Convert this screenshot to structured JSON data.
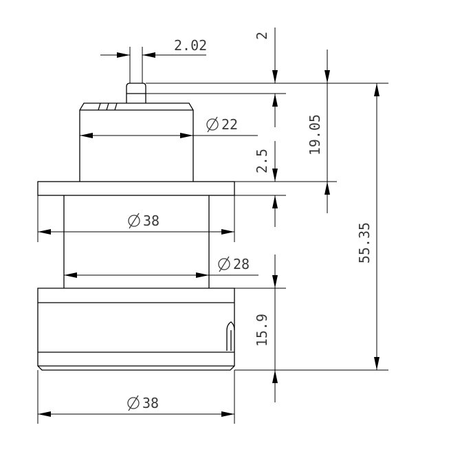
{
  "drawing": {
    "dimensions": {
      "pin_width": "2.02",
      "pin_height": "2",
      "top_body_diameter": "22",
      "top_body_height": "19.05",
      "flange_thickness": "2.5",
      "overall_height": "55.35",
      "flange_diameter": "38",
      "middle_body_diameter": "28",
      "base_height": "15.9",
      "base_diameter": "38"
    },
    "diameter_symbol": "Ø"
  }
}
